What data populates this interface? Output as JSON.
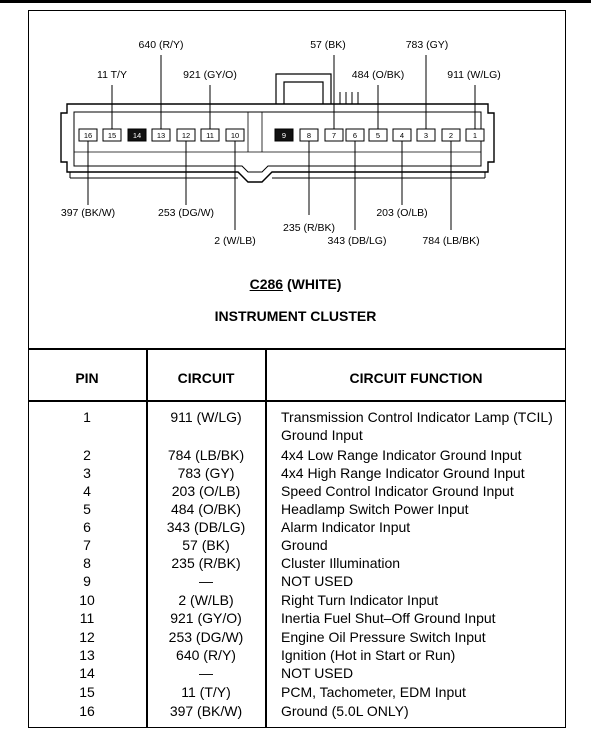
{
  "connector": {
    "id": "C286",
    "color": "(WHITE)",
    "name": "INSTRUMENT CLUSTER",
    "cavities_top_to_left": [
      "16",
      "15",
      "14",
      "13",
      "12",
      "11",
      "10",
      "9",
      "8",
      "7",
      "6",
      "5",
      "4",
      "3",
      "2",
      "1"
    ],
    "wire_labels": {
      "p1": "911 (W/LG)",
      "p2": "784 (LB/BK)",
      "p3": "783 (GY)",
      "p4": "203 (O/LB)",
      "p5": "484 (O/BK)",
      "p6": "343 (DB/LG)",
      "p7": "57 (BK)",
      "p8": "235 (R/BK)",
      "p10": "2 (W/LB)",
      "p11": "921 (GY/O)",
      "p12": "253 (DG/W)",
      "p13": "640 (R/Y)",
      "p15": "11 T/Y",
      "p16": "397 (BK/W)"
    }
  },
  "table": {
    "headers": {
      "pin": "PIN",
      "circuit": "CIRCUIT",
      "function": "CIRCUIT FUNCTION"
    },
    "rows": [
      {
        "pin": "1",
        "circuit": "911 (W/LG)",
        "function": "Transmission Control Indicator Lamp (TCIL) Ground Input"
      },
      {
        "pin": "2",
        "circuit": "784 (LB/BK)",
        "function": "4x4 Low Range Indicator Ground Input"
      },
      {
        "pin": "3",
        "circuit": "783 (GY)",
        "function": "4x4 High Range Indicator Ground Input"
      },
      {
        "pin": "4",
        "circuit": "203 (O/LB)",
        "function": "Speed Control Indicator Ground Input"
      },
      {
        "pin": "5",
        "circuit": "484 (O/BK)",
        "function": "Headlamp Switch Power Input"
      },
      {
        "pin": "6",
        "circuit": "343 (DB/LG)",
        "function": "Alarm Indicator Input"
      },
      {
        "pin": "7",
        "circuit": "57 (BK)",
        "function": "Ground"
      },
      {
        "pin": "8",
        "circuit": "235 (R/BK)",
        "function": "Cluster Illumination"
      },
      {
        "pin": "9",
        "circuit": "—",
        "function": "NOT USED"
      },
      {
        "pin": "10",
        "circuit": "2 (W/LB)",
        "function": "Right Turn Indicator Input"
      },
      {
        "pin": "11",
        "circuit": "921 (GY/O)",
        "function": "Inertia Fuel Shut–Off Ground Input"
      },
      {
        "pin": "12",
        "circuit": "253 (DG/W)",
        "function": "Engine Oil Pressure Switch Input"
      },
      {
        "pin": "13",
        "circuit": "640 (R/Y)",
        "function": "Ignition (Hot in Start or Run)"
      },
      {
        "pin": "14",
        "circuit": "—",
        "function": "NOT USED"
      },
      {
        "pin": "15",
        "circuit": "11 (T/Y)",
        "function": "PCM, Tachometer, EDM Input"
      },
      {
        "pin": "16",
        "circuit": "397 (BK/W)",
        "function": "Ground (5.0L ONLY)"
      }
    ]
  }
}
